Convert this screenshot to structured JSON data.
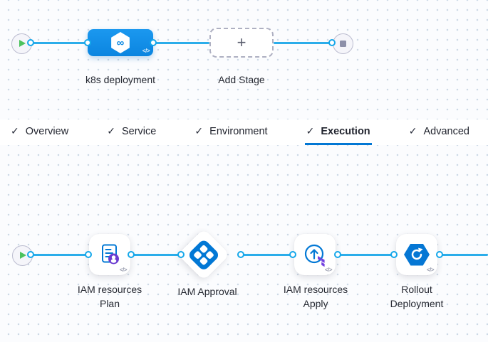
{
  "pipeline_builder": {
    "stage_name": "k8s deployment",
    "add_stage_label": "Add Stage"
  },
  "tabs": [
    {
      "label": "Overview",
      "checked": true,
      "active": false
    },
    {
      "label": "Service",
      "checked": true,
      "active": false
    },
    {
      "label": "Environment",
      "checked": true,
      "active": false
    },
    {
      "label": "Execution",
      "checked": true,
      "active": true
    },
    {
      "label": "Advanced",
      "checked": true,
      "active": false
    }
  ],
  "execution_steps": [
    {
      "name": "IAM resources\nPlan",
      "icon": "terraform-plan-icon"
    },
    {
      "name": "IAM Approval",
      "icon": "harness-approval-icon"
    },
    {
      "name": "IAM resources\nApply",
      "icon": "terraform-apply-icon"
    },
    {
      "name": "Rollout\nDeployment",
      "icon": "k8s-rollout-icon"
    }
  ],
  "glyphs": {
    "check": "✓",
    "plus": "+",
    "code": "</>",
    "infinity": "∞"
  },
  "colors": {
    "accent_blue": "#0278d5",
    "connector_blue": "#2badea",
    "stage_node_blue": "#1190e8",
    "terraform_purple": "#6b3bd0",
    "play_green": "#4cc25d",
    "stop_gray": "#8d90a9",
    "grid_dot": "#ccd9e7",
    "tab_underline": "#0277d4"
  }
}
